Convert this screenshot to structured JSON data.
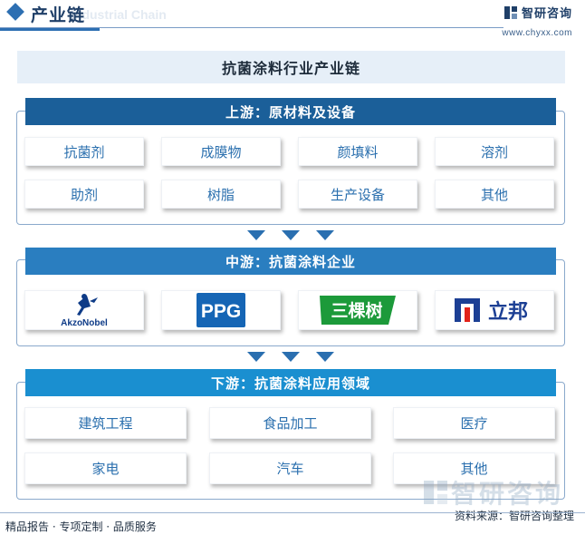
{
  "header": {
    "title": "产业链",
    "watermark_en": "Industrial Chain",
    "brand_name": "智研咨询",
    "brand_url": "www.chyxx.com"
  },
  "main_title": "抗菌涂料行业产业链",
  "upstream": {
    "heading": "上游：原材料及设备",
    "items": [
      "抗菌剂",
      "成膜物",
      "颜填料",
      "溶剂",
      "助剂",
      "树脂",
      "生产设备",
      "其他"
    ]
  },
  "midstream": {
    "heading": "中游：抗菌涂料企业",
    "logos": [
      {
        "icon": "akzonobel-logo",
        "text": "AkzoNobel"
      },
      {
        "icon": "ppg-logo",
        "text": "PPG"
      },
      {
        "icon": "sankeshu-logo",
        "text": "三棵树"
      },
      {
        "icon": "nippon-paint-logo",
        "text": "立邦"
      }
    ]
  },
  "downstream": {
    "heading": "下游：抗菌涂料应用领域",
    "items": [
      "建筑工程",
      "食品加工",
      "医疗",
      "家电",
      "汽车",
      "其他"
    ]
  },
  "footer": {
    "left": "精品报告 · 专项定制 · 品质服务",
    "source": "资料来源：智研咨询整理",
    "watermark": "智研咨询"
  },
  "colors": {
    "upstream_band": "#1b5f99",
    "midstream_band": "#2a7ec0",
    "downstream_band": "#1a8fd0",
    "item_text": "#2a6fae"
  }
}
